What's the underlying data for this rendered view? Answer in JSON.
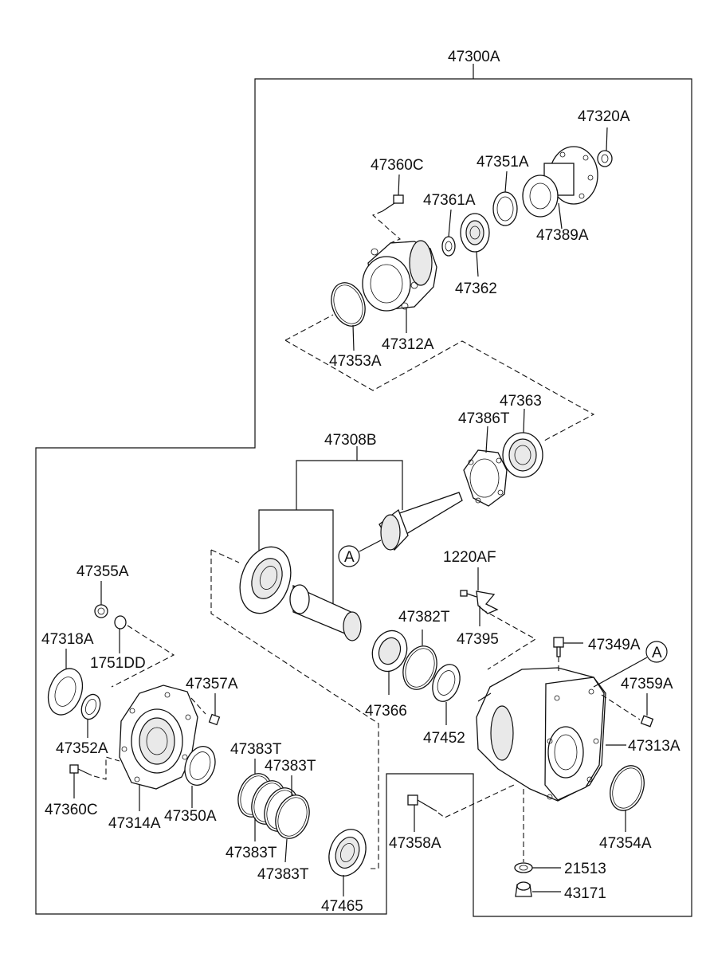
{
  "diagram": {
    "assembly_label": "47300A",
    "callout_a": "A",
    "parts": {
      "p47320A": "47320A",
      "p47360C_top": "47360C",
      "p47351A": "47351A",
      "p47361A": "47361A",
      "p47389A": "47389A",
      "p47362": "47362",
      "p47312A": "47312A",
      "p47353A": "47353A",
      "p47363": "47363",
      "p47386T": "47386T",
      "p47308B": "47308B",
      "p1220AF": "1220AF",
      "p47395": "47395",
      "p47355A": "47355A",
      "p47318A": "47318A",
      "p1751DD": "1751DD",
      "p47382T": "47382T",
      "p47349A": "47349A",
      "p47357A": "47357A",
      "p47359A": "47359A",
      "p47366": "47366",
      "p47352A": "47352A",
      "p47452": "47452",
      "p47313A": "47313A",
      "p47383T_a": "47383T",
      "p47383T_b": "47383T",
      "p47360C_bottom": "47360C",
      "p47314A": "47314A",
      "p47350A": "47350A",
      "p47354A": "47354A",
      "p47358A": "47358A",
      "p47383T_c": "47383T",
      "p21513": "21513",
      "p47383T_d": "47383T",
      "p43171": "43171",
      "p47465": "47465"
    }
  }
}
